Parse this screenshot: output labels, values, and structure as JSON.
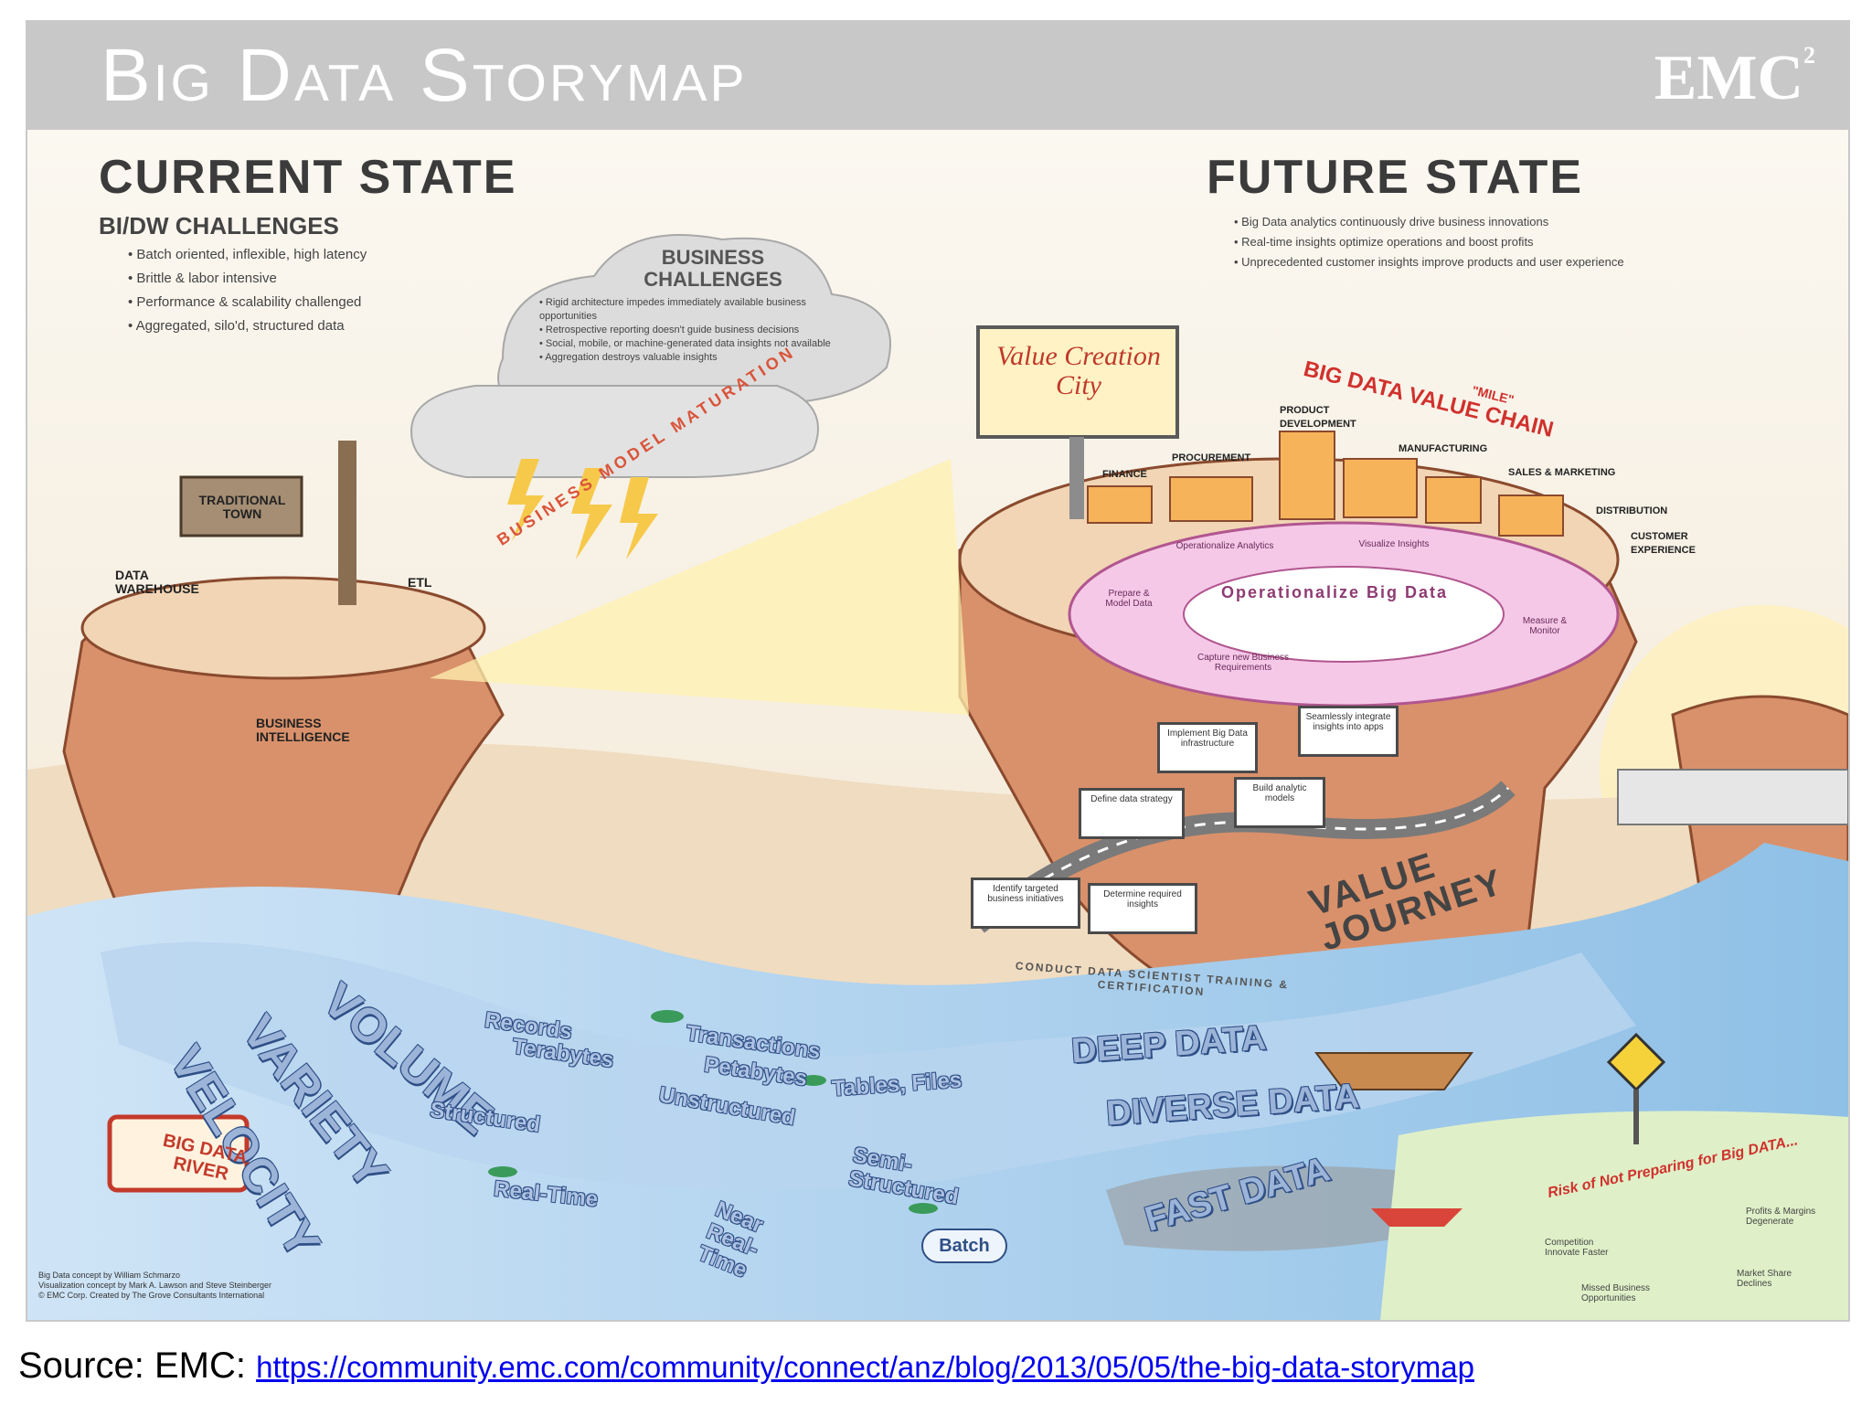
{
  "header": {
    "title": "Big Data Storymap",
    "logo": "EMC",
    "logo_sup": "2"
  },
  "current_state": {
    "heading": "CURRENT STATE",
    "subheading": "BI/DW CHALLENGES",
    "bullets": [
      "Batch oriented, inflexible, high latency",
      "Brittle & labor intensive",
      "Performance & scalability challenged",
      "Aggregated, silo'd, structured data"
    ]
  },
  "business_challenges": {
    "title": "BUSINESS CHALLENGES",
    "bullets": [
      "Rigid architecture impedes immediately available business opportunities",
      "Retrospective reporting doesn't guide business decisions",
      "Social, mobile, or machine-generated data insights not available",
      "Aggregation destroys valuable insights"
    ]
  },
  "future_state": {
    "heading": "FUTURE STATE",
    "bullets": [
      "Big Data analytics continuously drive business innovations",
      "Real-time insights optimize operations and boost profits",
      "Unprecedented customer insights improve products and user experience"
    ]
  },
  "town": {
    "sign": "TRADITIONAL TOWN",
    "data_warehouse": "DATA WAREHOUSE",
    "etl": "ETL",
    "bi": "BUSINESS INTELLIGENCE"
  },
  "beam": {
    "label": "BUSINESS MODEL MATURATION"
  },
  "city": {
    "billboard": "Value Creation City",
    "chain_title": "BIG DATA VALUE CHAIN",
    "chain_sub": "\"MILE\"",
    "departments": [
      "FINANCE",
      "PROCUREMENT",
      "PRODUCT DEVELOPMENT",
      "MANUFACTURING",
      "SALES & MARKETING",
      "DISTRIBUTION",
      "CUSTOMER EXPERIENCE"
    ],
    "ring_center": "Operationalize Big Data",
    "ring_segments": [
      "Capture new Business Requirements",
      "Prepare & Model Data",
      "Measure & Monitor",
      "Operationalize Analytics",
      "Visualize Insights"
    ]
  },
  "journey": {
    "title": "VALUE JOURNEY",
    "boards": [
      "Identify targeted business initiatives",
      "Determine required insights",
      "Define data strategy",
      "Build analytic models",
      "Implement Big Data infrastructure",
      "Seamlessly integrate insights into apps"
    ],
    "banner": "CONDUCT DATA SCIENTIST TRAINING & CERTIFICATION"
  },
  "river": {
    "sign": "BIG DATA RIVER",
    "big_words": [
      "VOLUME",
      "VARIETY",
      "VELOCITY"
    ],
    "volume_terms": [
      "Records",
      "Terabytes",
      "Transactions",
      "Petabytes",
      "Tables, Files"
    ],
    "variety_terms": [
      "Structured",
      "Unstructured",
      "Semi-Structured"
    ],
    "velocity_terms": [
      "Real-Time",
      "Near Real-Time",
      "Batch"
    ],
    "data_words": [
      "DEEP DATA",
      "DIVERSE DATA",
      "FAST DATA"
    ]
  },
  "risk": {
    "title": "Risk of Not Preparing for Big DATA...",
    "items": [
      "Competition Innovate Faster",
      "Profits & Margins Degenerate",
      "Market Share Declines",
      "Missed Business Opportunities"
    ]
  },
  "credits": [
    "Big Data concept by William Schmarzo",
    "Visualization concept by Mark A. Lawson and Steve Steinberger",
    "© EMC Corp. Created by The Grove Consultants International"
  ],
  "source": {
    "prefix": "Source:  EMC:",
    "url": "https://community.emc.com/community/connect/anz/blog/2013/05/05/the-big-data-storymap"
  }
}
